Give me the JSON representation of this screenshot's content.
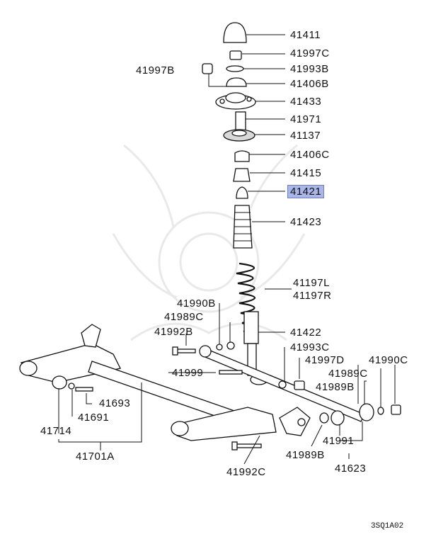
{
  "parts": {
    "p41411": "41411",
    "p41997C": "41997C",
    "p41997B": "41997B",
    "p41993B": "41993B",
    "p41406B": "41406B",
    "p41433": "41433",
    "p41971": "41971",
    "p41137": "41137",
    "p41406C": "41406C",
    "p41415": "41415",
    "p41421": "41421",
    "p41423": "41423",
    "p41197L": "41197L",
    "p41197R": "41197R",
    "p41990B": "41990B",
    "p41989C_a": "41989C",
    "p41992B": "41992B",
    "p41422": "41422",
    "p41993C": "41993C",
    "p41997D": "41997D",
    "p41990C": "41990C",
    "p41989C_b": "41989C",
    "p41999": "41999",
    "p41989B_a": "41989B",
    "p41693": "41693",
    "p41691": "41691",
    "p41714": "41714",
    "p41991": "41991",
    "p41701A": "41701A",
    "p41989B_b": "41989B",
    "p41623": "41623",
    "p41992C": "41992C"
  },
  "highlighted_part": "41421",
  "highlight_color": "#a9b6e6",
  "diagram_code": "3SQ1A02"
}
